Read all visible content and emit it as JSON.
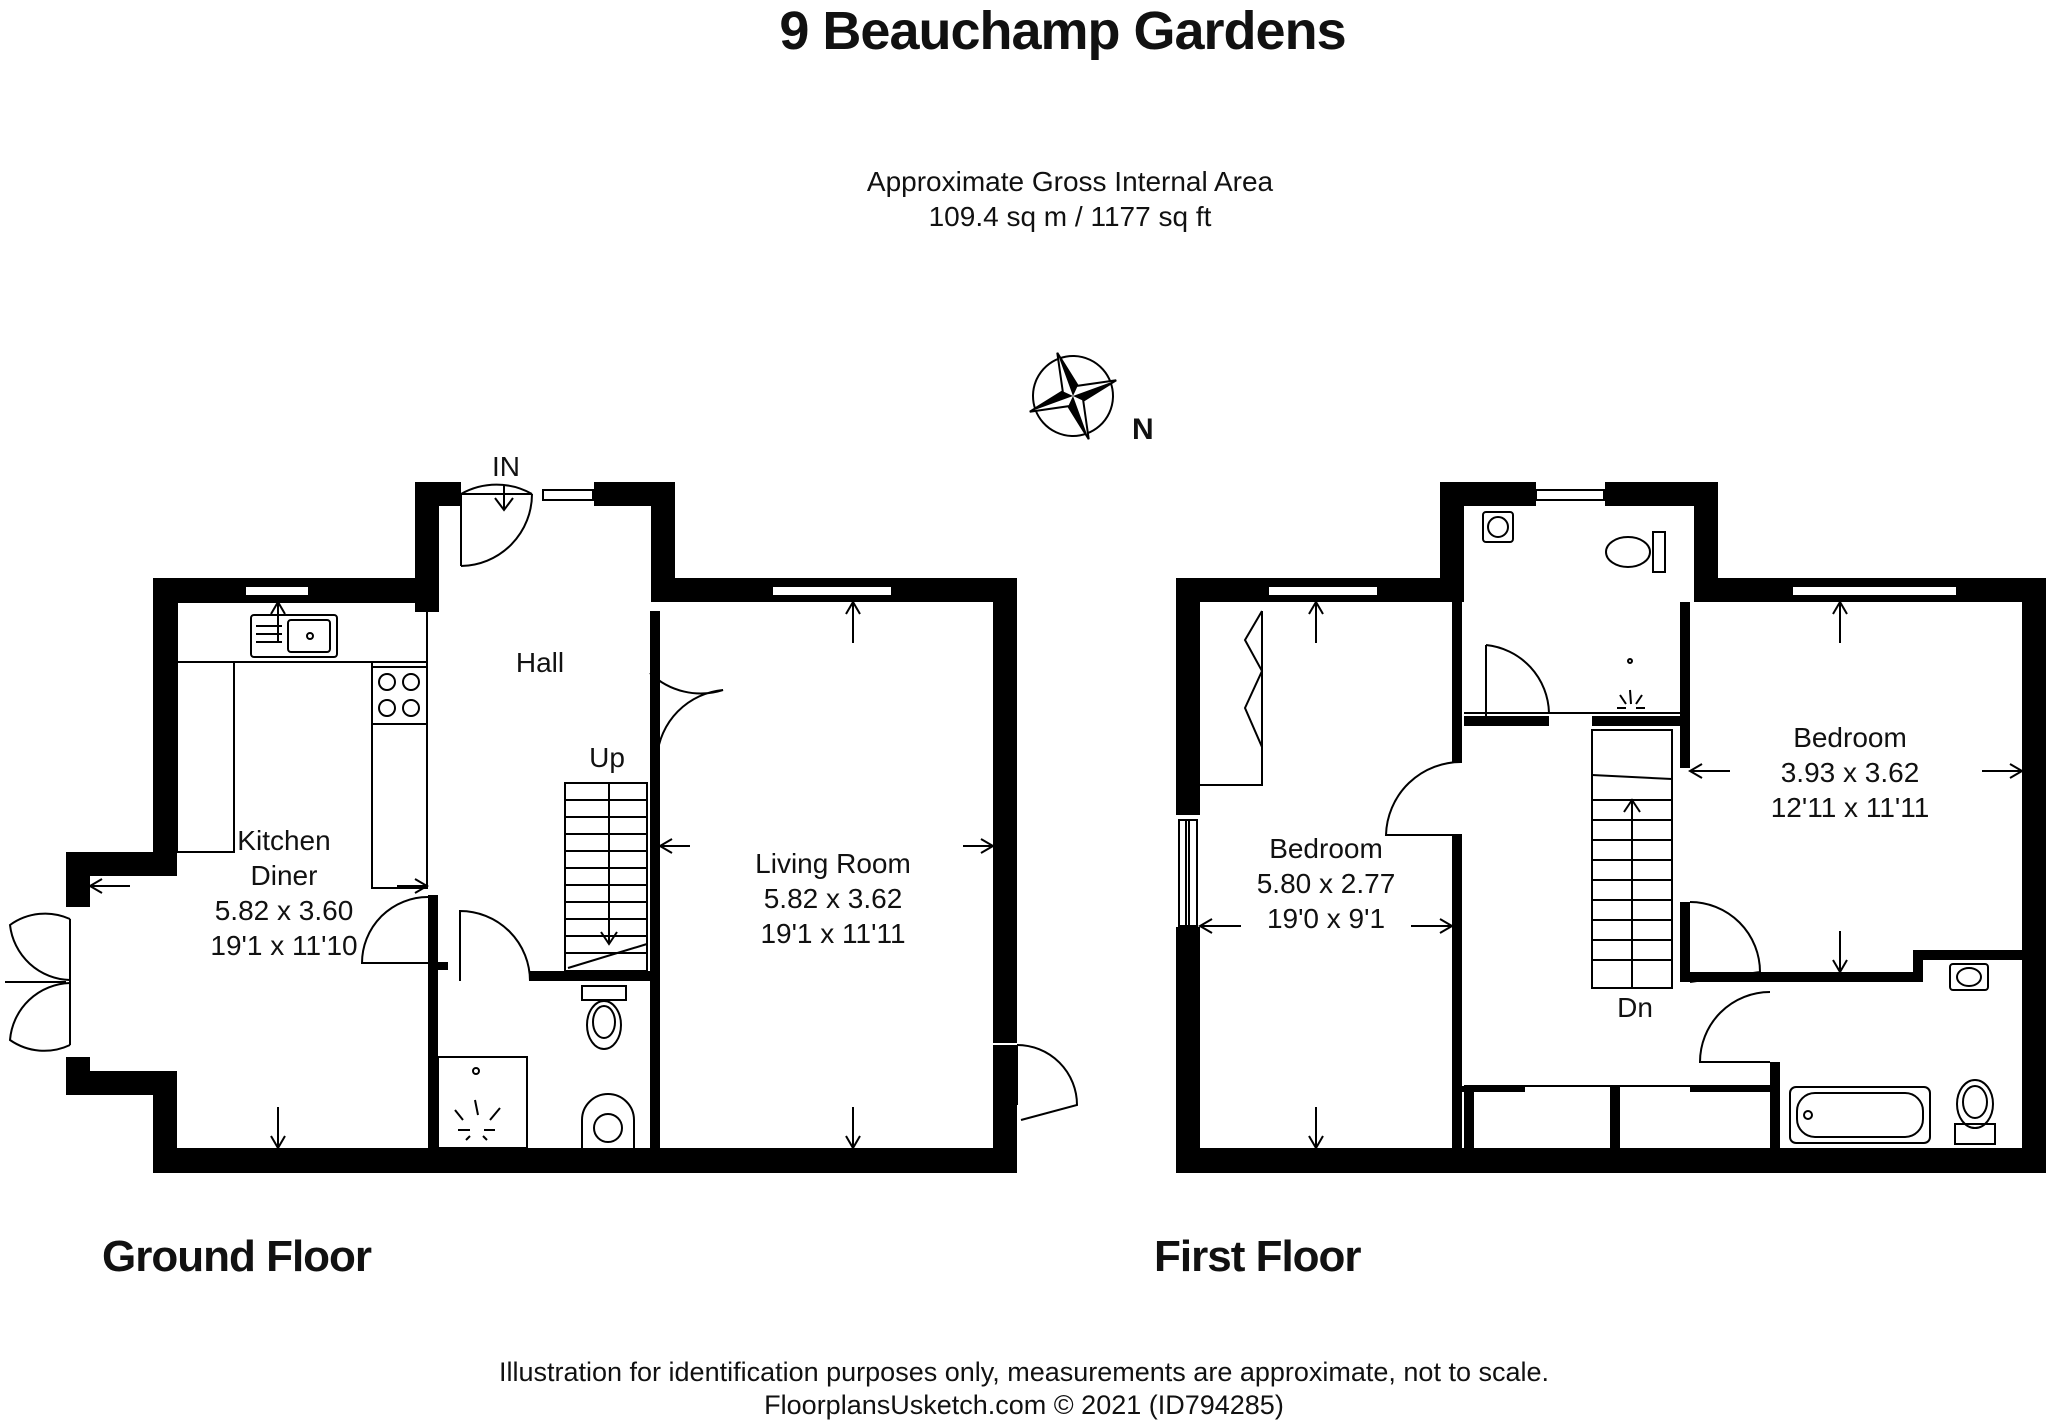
{
  "title": "9 Beauchamp Gardens",
  "area": {
    "label": "Approximate Gross Internal Area",
    "value": "109.4 sq m / 1177 sq ft"
  },
  "compass_label": "N",
  "ground_floor": {
    "label": "Ground Floor",
    "entrance": "IN",
    "stairs": "Up",
    "rooms": {
      "hall": {
        "name": "Hall"
      },
      "kitchen": {
        "name_line1": "Kitchen",
        "name_line2": "Diner",
        "metric": "5.82 x 3.60",
        "imperial": "19'1 x 11'10"
      },
      "living": {
        "name": "Living Room",
        "metric": "5.82 x 3.62",
        "imperial": "19'1 x 11'11"
      }
    }
  },
  "first_floor": {
    "label": "First Floor",
    "stairs": "Dn",
    "rooms": {
      "bedroom_left": {
        "name": "Bedroom",
        "metric": "5.80 x 2.77",
        "imperial": "19'0 x 9'1"
      },
      "bedroom_right": {
        "name": "Bedroom",
        "metric": "3.93 x 3.62",
        "imperial": "12'11 x 11'11"
      }
    }
  },
  "footer": {
    "line1": "Illustration for identification purposes only, measurements are approximate, not to scale.",
    "line2": "FloorplansUsketch.com © 2021 (ID794285)"
  },
  "colors": {
    "wall": "#000000",
    "line": "#000000",
    "background": "#ffffff"
  }
}
